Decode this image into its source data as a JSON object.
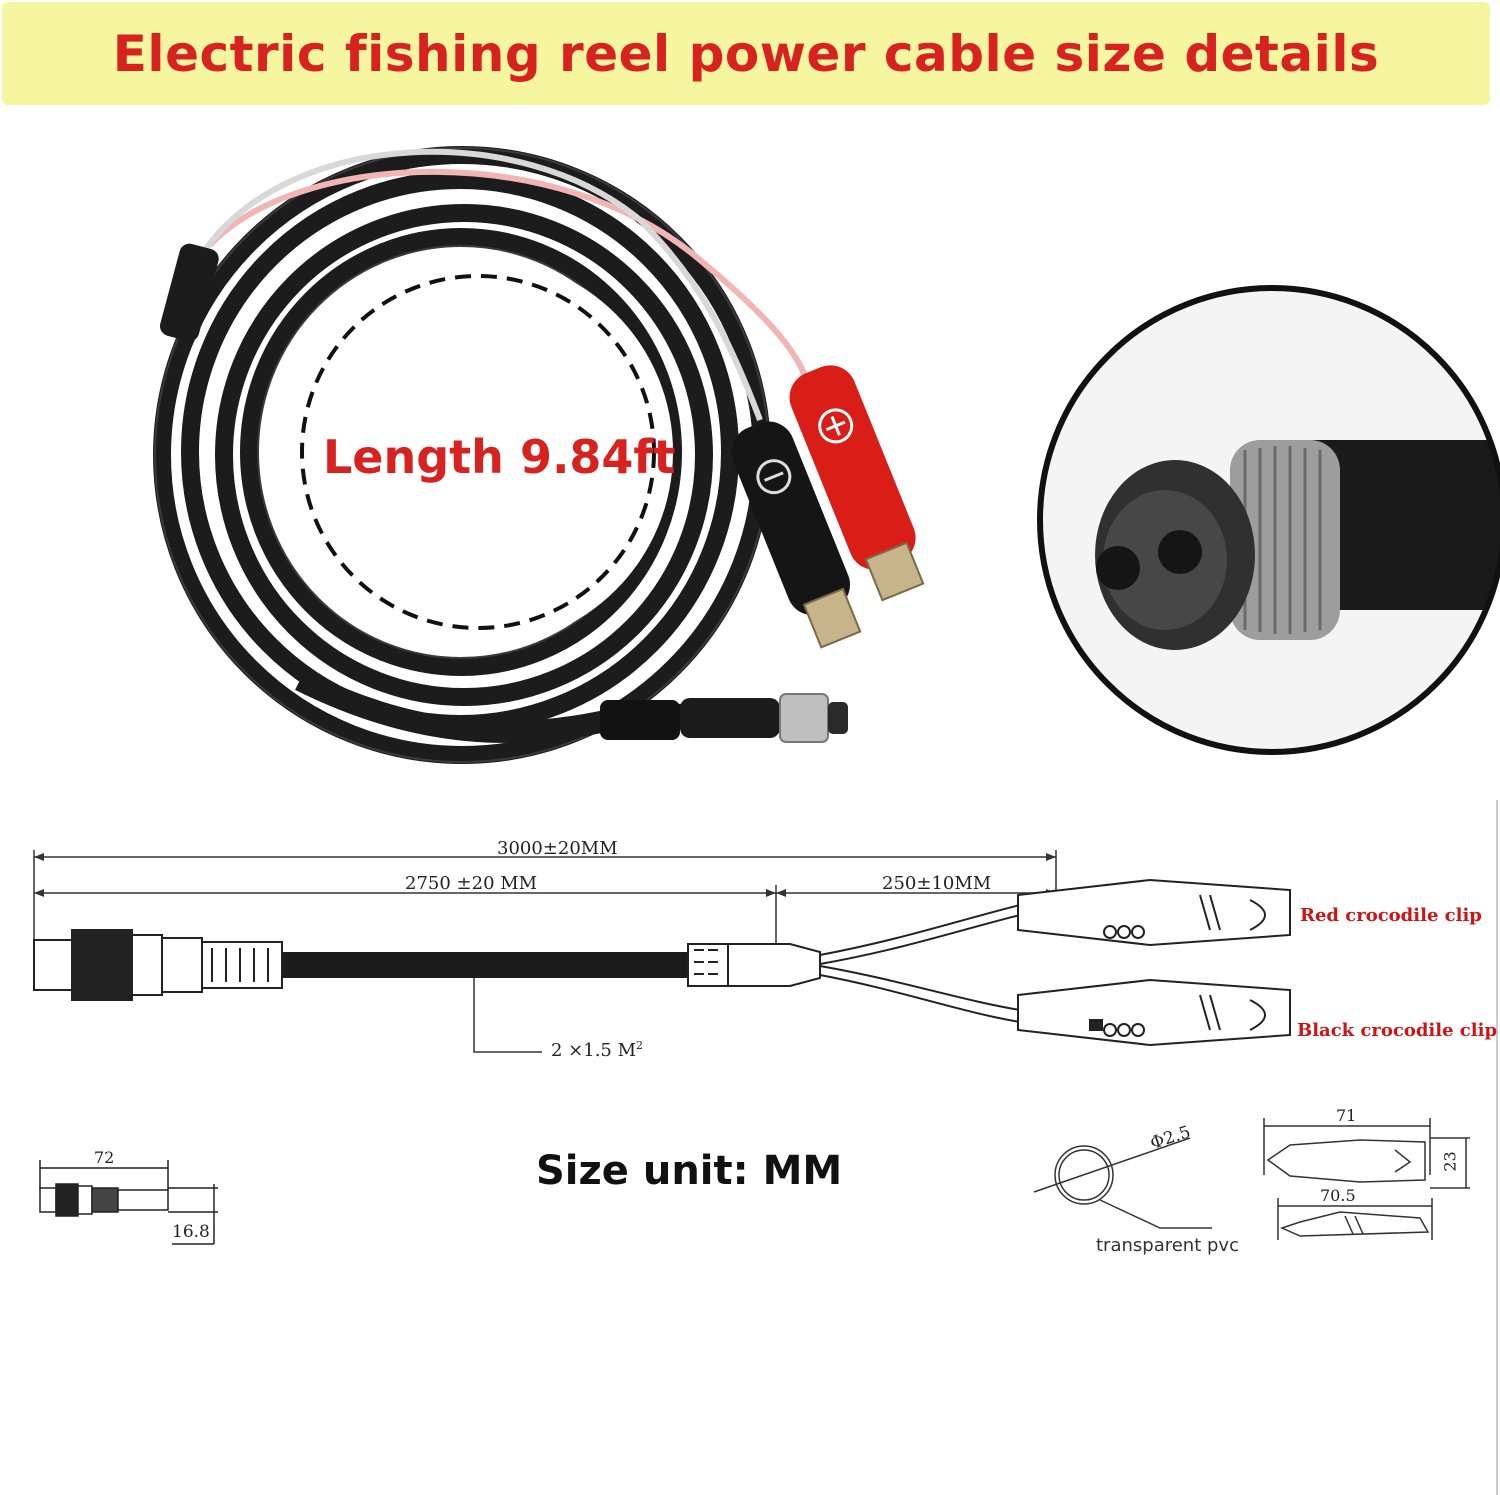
{
  "title": "Electric fishing reel power cable size details",
  "photo": {
    "length_label": "Length 9.84ft",
    "plus_symbol": "+",
    "minus_symbol": "−"
  },
  "drawing": {
    "total_length": "3000±20MM",
    "cable_length": "2750 ±20 MM",
    "lead_length": "250±10MM",
    "wire_spec": "2 ×1.5 M",
    "wire_spec_sup": "2",
    "red_clip": "Red crocodile clip",
    "black_clip": "Black crocodile clip"
  },
  "details": {
    "connector_length": "72",
    "connector_diameter": "16.8",
    "size_unit": "Size unit: MM",
    "pvc_diameter": "Φ2.5",
    "pvc_label": "transparent pvc",
    "clip_length_top": "71",
    "clip_height": "23",
    "clip_length_bottom": "70.5"
  },
  "colors": {
    "banner_bg": "#f6f5a0",
    "title": "#d8221f",
    "red_clip": "#d81e16",
    "cable": "#1c1c1c"
  }
}
